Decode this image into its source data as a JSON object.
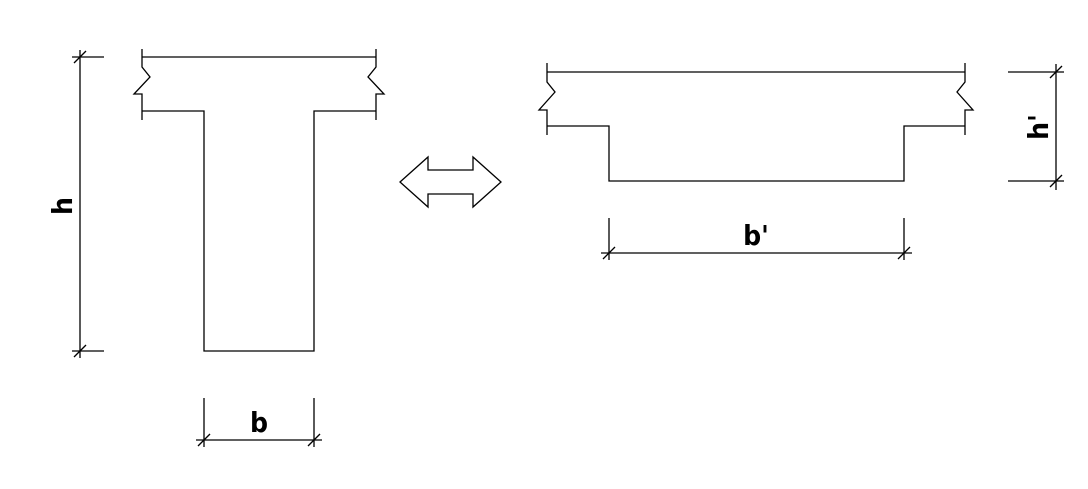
{
  "dimensions": {
    "left_height": "h",
    "left_width": "b",
    "right_width": "b'",
    "right_height": "h'"
  }
}
